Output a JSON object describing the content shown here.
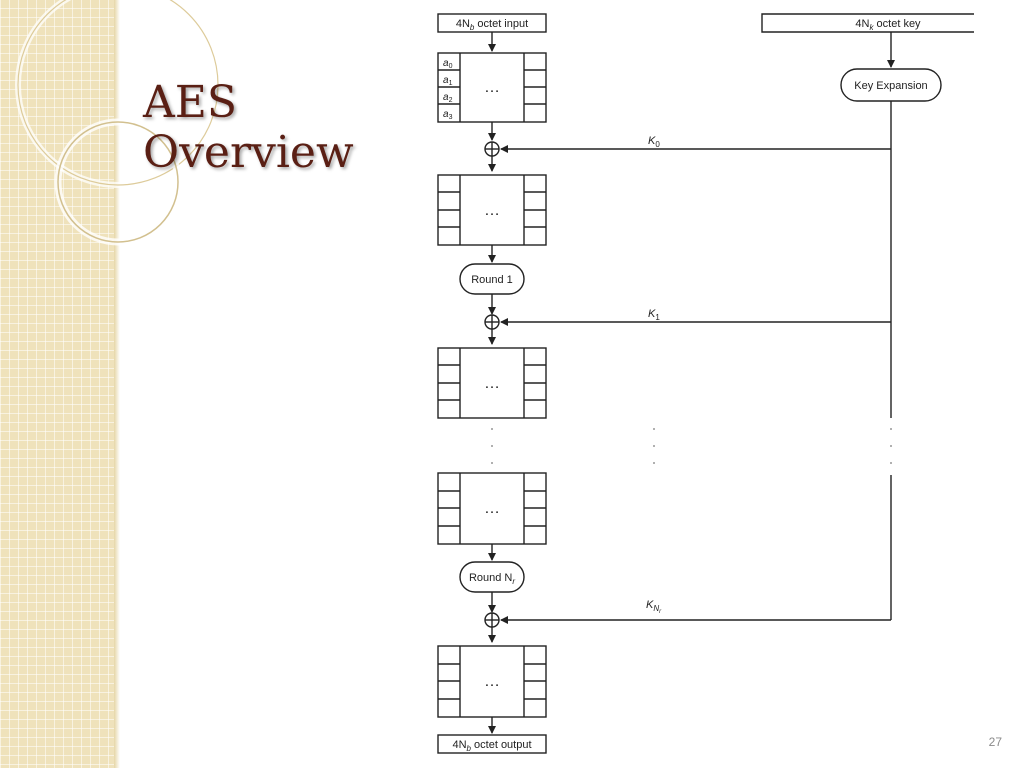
{
  "slide": {
    "title_line1": "AES",
    "title_line2": "Overview",
    "page_number": "27"
  },
  "diagram": {
    "input_label": [
      "4N",
      "b",
      " octet input"
    ],
    "key_label": [
      "4N",
      "k",
      " octet key"
    ],
    "output_label": [
      "4N",
      "b",
      " octet output"
    ],
    "key_expansion": "Key Expansion",
    "state_bytes": [
      [
        "a",
        "0"
      ],
      [
        "a",
        "1"
      ],
      [
        "a",
        "2"
      ],
      [
        "a",
        "3"
      ]
    ],
    "ellipsis": "…",
    "round_1": "Round 1",
    "round_nr": [
      "Round N",
      "r"
    ],
    "key_0": [
      "K",
      "0"
    ],
    "key_1": [
      "K",
      "1"
    ],
    "key_nr": [
      "K",
      "N",
      "r"
    ],
    "xor_symbol": "⊕"
  },
  "colors": {
    "title": "#5a1f14",
    "sidebar": "#efe2bb",
    "diagram_stroke": "#222222"
  }
}
